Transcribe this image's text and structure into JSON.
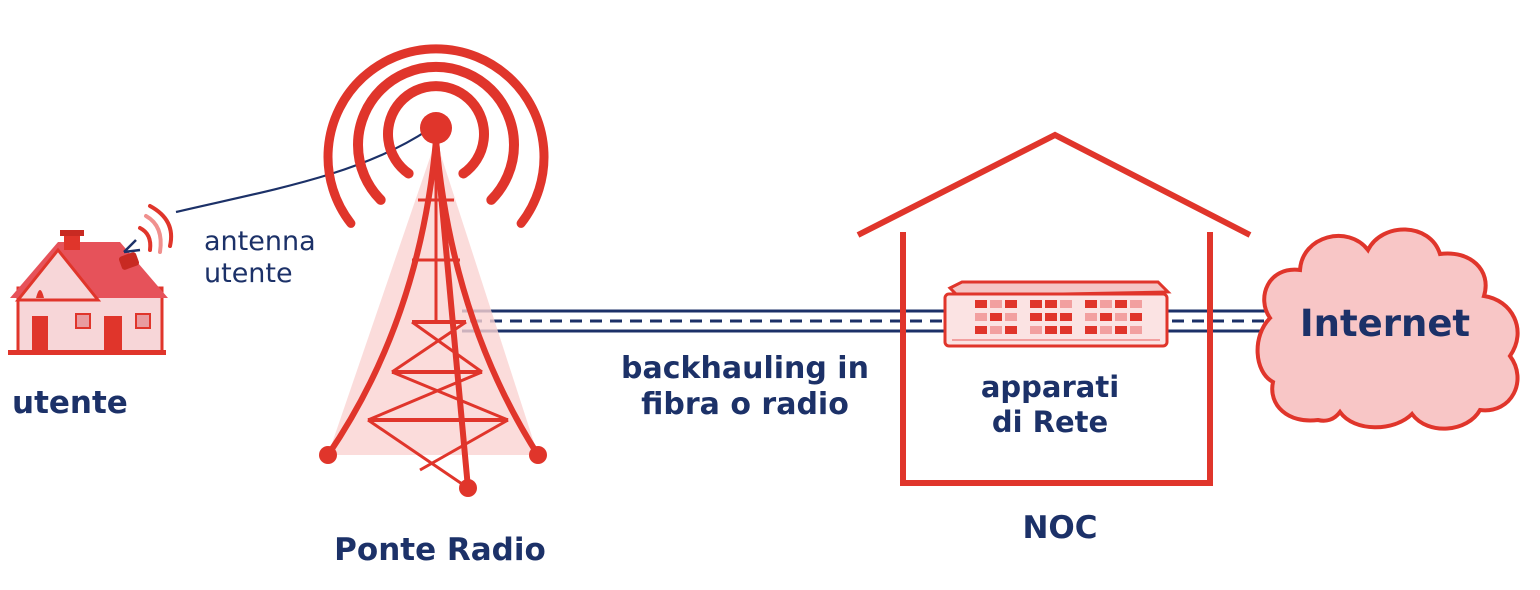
{
  "labels": {
    "antenna_line1": "antenna",
    "antenna_line2": "utente",
    "utente": "utente",
    "ponte_radio": "Ponte Radio",
    "backhauling_line1": "backhauling in",
    "backhauling_line2": "fibra o radio",
    "apparati_line1": "apparati",
    "apparati_line2": "di Rete",
    "noc": "NOC",
    "internet": "Internet"
  },
  "colors": {
    "red": "#e0352b",
    "light_red": "#f8c6c6",
    "navy": "#1c3168"
  }
}
